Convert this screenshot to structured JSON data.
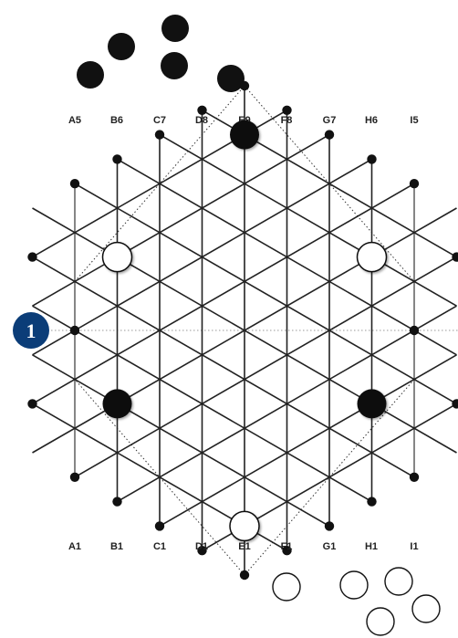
{
  "diagram": {
    "step_number": "1",
    "top_coordinates": [
      "A5",
      "B6",
      "C7",
      "D8",
      "E9",
      "F8",
      "G7",
      "H6",
      "I5"
    ],
    "bottom_coordinates": [
      "A1",
      "B1",
      "C1",
      "D1",
      "E1",
      "F1",
      "G1",
      "H1",
      "I1"
    ],
    "reserve_black_count": 5,
    "reserve_white_count": 5,
    "pieces_on_board": [
      {
        "color": "black",
        "position": "E9"
      },
      {
        "color": "white",
        "position": "B5"
      },
      {
        "color": "white",
        "position": "H5"
      },
      {
        "color": "black",
        "position": "B2"
      },
      {
        "color": "black",
        "position": "H2"
      },
      {
        "color": "white",
        "position": "E2"
      }
    ],
    "colors": {
      "black_piece": "#111111",
      "white_piece": "#ffffff",
      "badge": "#0b3d78",
      "line": "#222222"
    }
  }
}
